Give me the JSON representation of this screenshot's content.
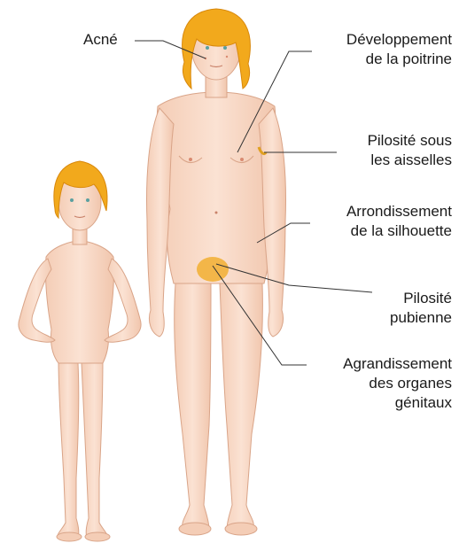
{
  "labels": {
    "acne": "Acné",
    "breast_development": [
      "Développement",
      "de la poitrine"
    ],
    "underarm_hair": [
      "Pilosité sous",
      "les aisselles"
    ],
    "body_rounding": [
      "Arrondissement",
      "de la silhouette"
    ],
    "pubic_hair": [
      "Pilosité",
      "pubienne"
    ],
    "genital_growth": [
      "Agrandissement",
      "des organes",
      "génitaux"
    ]
  },
  "colors": {
    "skin": "#f9dccb",
    "skin_outline": "#d9a488",
    "hair": "#f2a91c",
    "hair_dark": "#d8880c",
    "leader_line": "#333333"
  }
}
